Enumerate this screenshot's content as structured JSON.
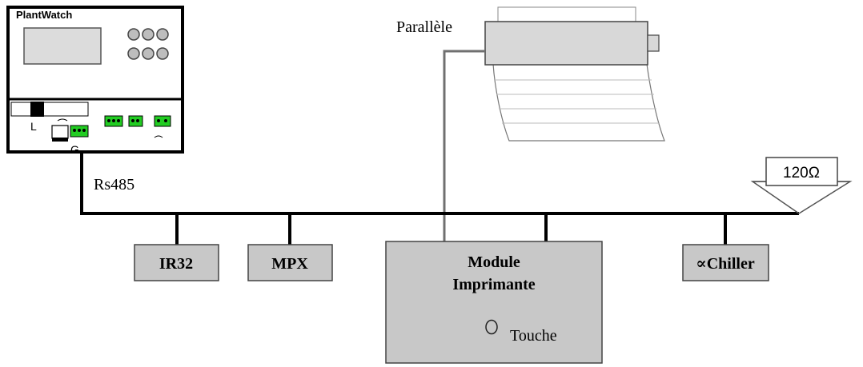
{
  "device": {
    "name": "PlantWatch",
    "bottom_labels": [
      "L",
      "G"
    ]
  },
  "bus": {
    "label": "Rs485",
    "terminator": "120Ω"
  },
  "printer": {
    "label": "Parallèle"
  },
  "modules": {
    "ir32": "IR32",
    "mpx": "MPX",
    "printer_module_line1": "Module",
    "printer_module_line2": "Imprimante",
    "button_label": "Touche",
    "chiller": "∝Chiller"
  },
  "colors": {
    "module_fill": "#c8c8c8",
    "connector_green": "#22cc22",
    "bus": "#000000",
    "parallel_cable": "#707070"
  }
}
